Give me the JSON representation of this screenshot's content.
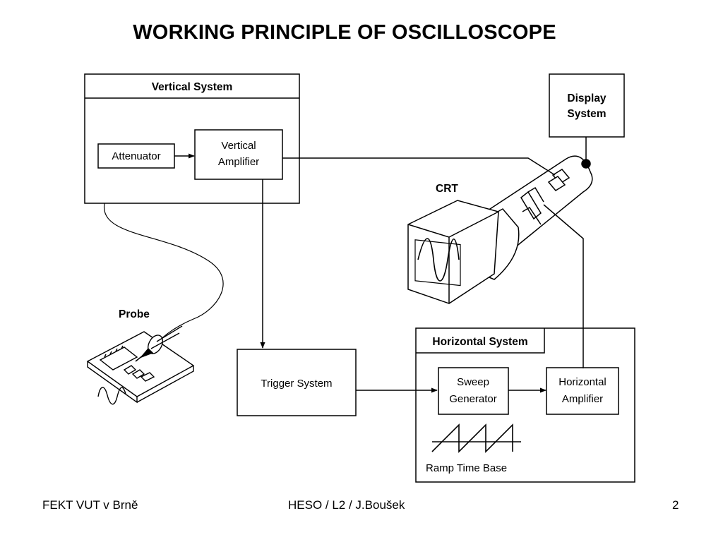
{
  "title": "WORKING PRINCIPLE OF OSCILLOSCOPE",
  "diagram": {
    "vertical_system": "Vertical  System",
    "attenuator": "Attenuator",
    "vertical_amplifier": [
      "Vertical",
      "Amplifier"
    ],
    "display_system": [
      "Display",
      "System"
    ],
    "crt": "CRT",
    "probe": "Probe",
    "trigger_system": "Trigger  System",
    "horizontal_system": "Horizontal  System",
    "sweep_generator": [
      "Sweep",
      "Generator"
    ],
    "horizontal_amplifier": [
      "Horizontal",
      "Amplifier"
    ],
    "ramp_time_base": "Ramp  Time  Base"
  },
  "footer": {
    "left": "FEKT VUT v Brně",
    "center": "HESO  /  L2 /  J.Boušek",
    "page": "2"
  }
}
